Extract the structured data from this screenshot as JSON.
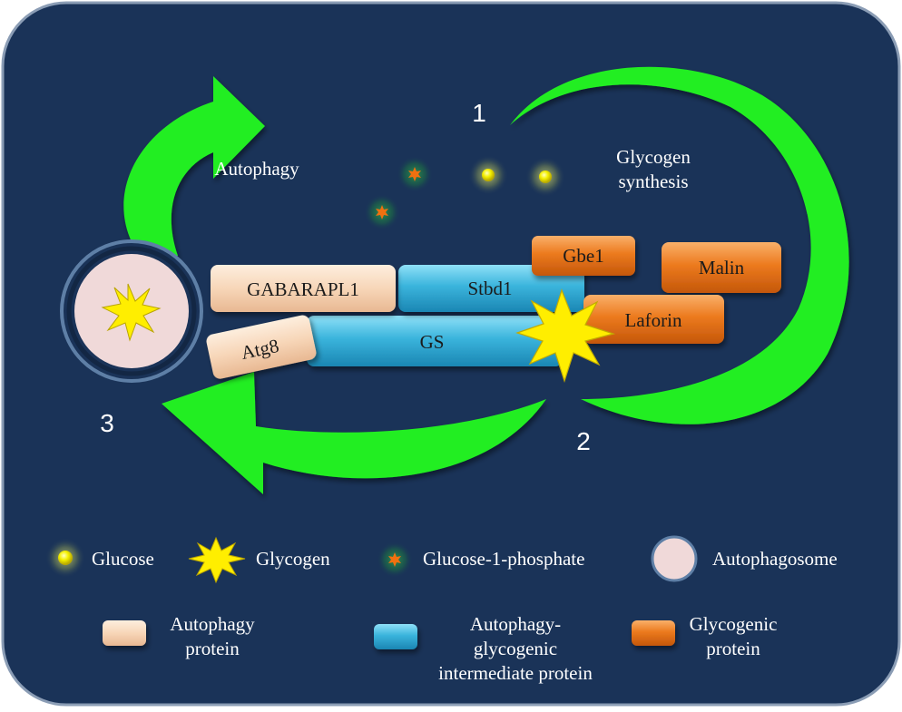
{
  "diagram": {
    "steps": {
      "step1": "1",
      "step2": "2",
      "step3": "3"
    },
    "cycle_labels": {
      "autophagy": "Autophagy",
      "glycogen_synthesis_line1": "Glycogen",
      "glycogen_synthesis_line2": "synthesis"
    },
    "proteins": {
      "gabarapl1": "GABARAPL1",
      "atg8": "Atg8",
      "stbd1": "Stbd1",
      "gs": "GS",
      "gbe1": "Gbe1",
      "malin": "Malin",
      "laforin": "Laforin"
    },
    "legend": {
      "glucose": "Glucose",
      "glycogen": "Glycogen",
      "glucose_1_phosphate": "Glucose-1-phosphate",
      "autophagosome": "Autophagosome",
      "autophagy_protein_line1": "Autophagy",
      "autophagy_protein_line2": "protein",
      "intermediate_line1": "Autophagy-",
      "intermediate_line2": "glycogenic",
      "intermediate_line3": "intermediate protein",
      "glycogenic_protein_line1": "Glycogenic",
      "glycogenic_protein_line2": "protein"
    },
    "colors": {
      "panel": "#1a3358",
      "arrow_green": "#22ee22",
      "autophagy_protein": "#f7d6b8",
      "intermediate_protein": "#3ab4dc",
      "glycogenic_protein": "#ec7a1e",
      "autophagosome": "#f0d9d9",
      "glycogen_star": "#ffee00",
      "glucose_dot": "#f4f000",
      "g1p_dot": "#f07010"
    }
  }
}
